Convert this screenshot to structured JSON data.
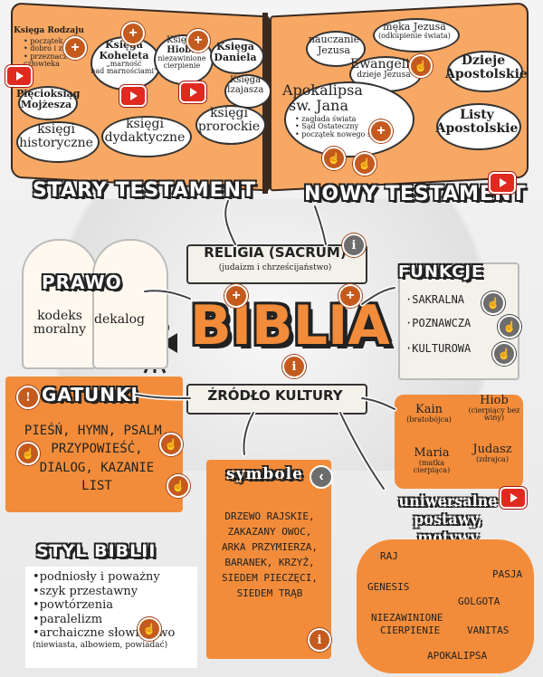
{
  "old_testament": {
    "title": "STARY TESTAMENT",
    "ksiega_rodzaju": {
      "name": "Księga Rodzaju",
      "bullets": [
        "• początek",
        "• dobro i zło",
        "• przeznaczenie",
        "człowieka"
      ]
    },
    "pieciksiag": {
      "line1": "Pięcioksiąg",
      "line2": "Mojżesza"
    },
    "ksiegi_historyczne": {
      "line1": "księgi",
      "line2": "historyczne"
    },
    "koheleta": {
      "line1": "Księga",
      "line2": "Koheleta",
      "quote": "„marność",
      "quote2": "nad marnościami\""
    },
    "ksiegi_dydaktyczne": {
      "line1": "księgi",
      "line2": "dydaktyczne"
    },
    "hioba": {
      "line1": "Księga",
      "line2": "Hioba",
      "note": "niezawinione",
      "note2": "cierpienie"
    },
    "daniela": {
      "line1": "Księga",
      "line2": "Daniela"
    },
    "izajasza": {
      "line1": "Księga",
      "line2": "Izajasza"
    },
    "ksiegi_prorockie": {
      "line1": "księgi",
      "line2": "prorockie"
    }
  },
  "new_testament": {
    "title": "NOWY TESTAMENT",
    "nauczanie": {
      "line1": "nauczanie",
      "line2": "Jezusa"
    },
    "meka": {
      "line1": "męka Jezusa",
      "line2": "(odkupienie świata)"
    },
    "ewangelie": {
      "line1": "Ewangelie",
      "line2": "dzieje Jezusa"
    },
    "dzieje": {
      "line1": "Dzieje",
      "line2": "Apostolskie"
    },
    "apokalipsa": {
      "line1": "Apokalipsa",
      "line2": "św. Jana",
      "bullets": [
        "• zagłada świata",
        "• Sąd Ostateczny",
        "• początek nowego świata"
      ]
    },
    "listy": {
      "line1": "Listy",
      "line2": "Apostolskie"
    }
  },
  "center": {
    "religia": "RELIGIA (SACRUM)",
    "religia_sub": "(judaizm i chrześcijaństwo)",
    "biblia": "BIBLIA",
    "zrodlo": "ŹRÓDŁO KULTURY"
  },
  "prawo": {
    "title": "PRAWO",
    "kodeks1": "kodeks",
    "kodeks2": "moralny",
    "dekalog": "dekalog"
  },
  "funkcje": {
    "title": "FUNKCJE",
    "items": [
      "SAKRALNA",
      "POZNAWCZA",
      "KULTUROWA"
    ]
  },
  "gatunki": {
    "title": "GATUNKI",
    "line1": "PIEŚŃ, HYMN, PSALM,",
    "line2": "PRZYPOWIEŚĆ,",
    "line3": "DIALOG, KAZANIE",
    "line4": "LIST"
  },
  "symbole": {
    "title": "symbole",
    "items": [
      "DRZEWO RAJSKIE,",
      "ZAKAZANY OWOC,",
      "ARKA PRZYMIERZA,",
      "BARANEK, KRZYŻ,",
      "SIEDEM PIECZĘCI,",
      "SIEDEM TRĄB"
    ]
  },
  "styl": {
    "title": "STYL BIBLII",
    "items": [
      "•podniosły i poważny",
      "•szyk przestawny",
      "•powtórzenia",
      "•paralelizm",
      "•archaiczne słownictwo"
    ],
    "note": "(niewiasta, albowiem, powiadać)"
  },
  "postawy": {
    "people": [
      {
        "name": "Kain",
        "desc": "(bratobójca)"
      },
      {
        "name": "Hiob",
        "desc": "(cierpiący bez winy)"
      },
      {
        "name": "Maria",
        "desc": "(matka cierpiąca)"
      },
      {
        "name": "Judasz",
        "desc": "(zdrajca)"
      }
    ],
    "title1": "uniwersalne",
    "title2": "postawy,",
    "title3": "motywy",
    "motifs": [
      "RAJ",
      "PASJA",
      "GENESIS",
      "GOLGOTA",
      "NIEZAWINIONE",
      "CIERPIENIE",
      "VANITAS",
      "APOKALIPSA"
    ]
  },
  "icons": {
    "plus": "+",
    "info": "i",
    "hand": "☝",
    "chevron": "‹",
    "excl": "!"
  },
  "colors": {
    "orange": "#f7a864",
    "deep_orange": "#f28c3a",
    "button": "#c45a1e",
    "youtube": "#e02a1f"
  }
}
